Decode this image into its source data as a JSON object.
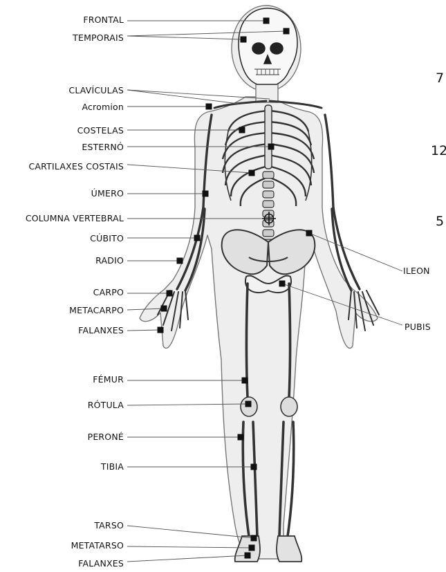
{
  "labels_left": [
    "FRONTAL",
    "TEMPORAIS",
    "CLAVÍCULAS",
    "Acromion",
    "COSTELAS",
    "ESTERNÓ",
    "CARTILAXES COSTAIS",
    "ÚMERO",
    "COLUMNA VERTEBRAL",
    "CÚBITO",
    "RADIO",
    "CARPO",
    "METACARPO",
    "FALANXES",
    "FÉMUR",
    "RÓTULA",
    "PERONÉ",
    "TIBIA",
    "TARSO",
    "METATARSO",
    "FALANXES"
  ],
  "labels_right": [
    "ILEON",
    "PUBIS"
  ],
  "counts": [
    "7",
    "12",
    "5"
  ],
  "colors": {
    "ink": "#111111",
    "bone": "#f4f4f4",
    "outline": "#555555",
    "skin": "#eeeeee"
  }
}
